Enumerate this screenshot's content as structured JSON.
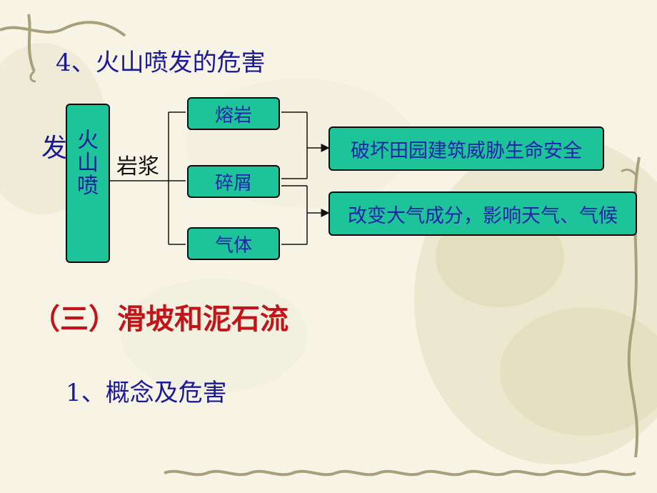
{
  "slide": {
    "heading": "4、火山喷发的危害",
    "section_title": "（三）滑坡和泥石流",
    "subheading": "1、概念及危害"
  },
  "diagram": {
    "left_char": "发",
    "source_box": [
      "火",
      "山",
      "喷"
    ],
    "branch_label": "岩浆",
    "products": [
      "熔岩",
      "碎屑",
      "气体"
    ],
    "effects": [
      "破坏田园建筑威胁生命安全",
      "改变大气成分，影响天气、气候"
    ]
  },
  "colors": {
    "box_fill": "#1dc49a",
    "text_blue": "#1a1a99",
    "section_red": "#c0161b"
  }
}
